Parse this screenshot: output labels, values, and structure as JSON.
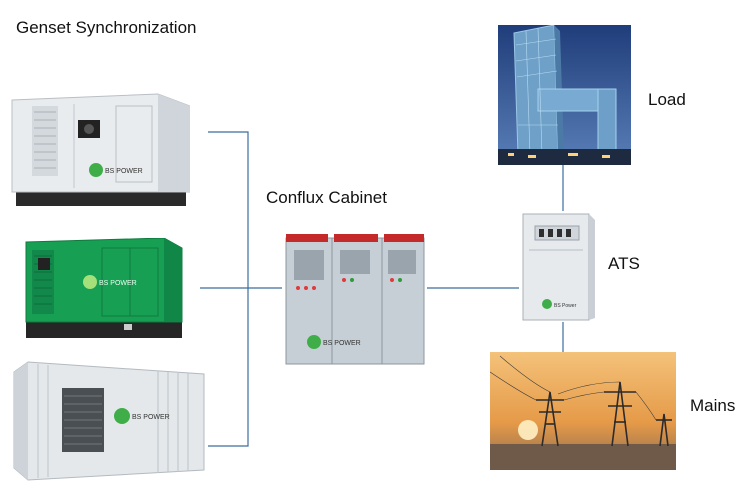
{
  "title": "Genset Synchronization",
  "labels": {
    "conflux": "Conflux Cabinet",
    "load": "Load",
    "ats": "ATS",
    "mains": "Mains"
  },
  "brand": "BS POWER",
  "colors": {
    "line": "#3a6e9e",
    "genset_white": "#e9ecee",
    "genset_green": "#17a054",
    "container": "#e4e8ea",
    "cabinet": "#c7cfd6",
    "cabinet_top": "#c42a2a",
    "ats": "#e6eaed",
    "sky_load": "#2f4c8f",
    "sky_mains": "#e59a48"
  },
  "icons": [
    "white-genset-image",
    "green-genset-image",
    "container-genset-image",
    "conflux-cabinet-image",
    "load-building-image",
    "ats-cabinet-image",
    "mains-pylons-image",
    "bs-power-logo-icon"
  ]
}
